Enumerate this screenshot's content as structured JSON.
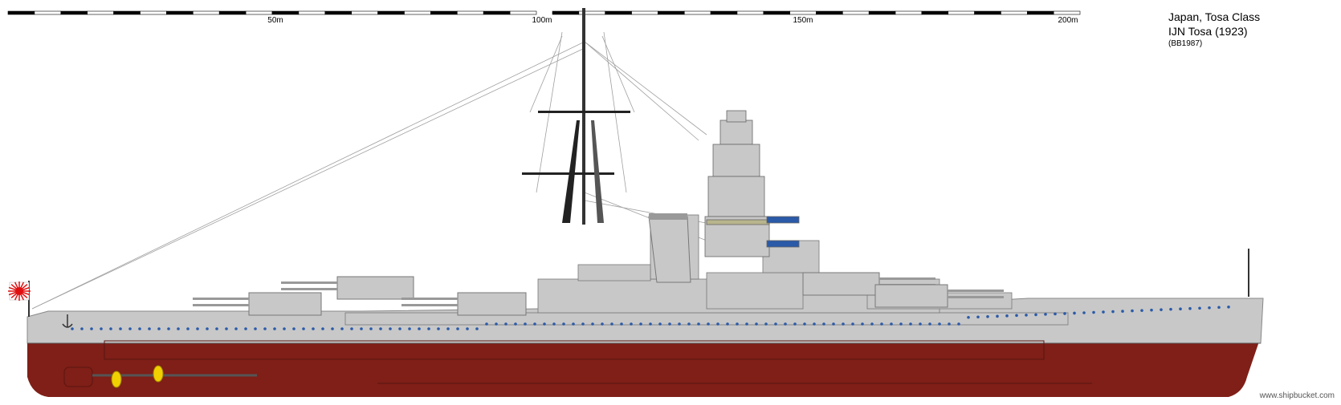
{
  "scale": {
    "labels": [
      "50m",
      "100m",
      "150m",
      "200m"
    ]
  },
  "title": {
    "line1": "Japan, Tosa Class",
    "line2": "IJN Tosa (1923)",
    "line3": "(BB1987)"
  },
  "credit": "www.shipbucket.com",
  "colors": {
    "hull_red": "#7f1f17",
    "superstructure_gray": "#c8c8c8",
    "deck_gray": "#b4b4b4",
    "flag_red": "#e01010",
    "propeller_yellow": "#f0d000",
    "porthole_blue": "#2a5aa8"
  },
  "icons": [
    "naval-ensign-icon",
    "propeller-icon",
    "anchor-icon"
  ]
}
